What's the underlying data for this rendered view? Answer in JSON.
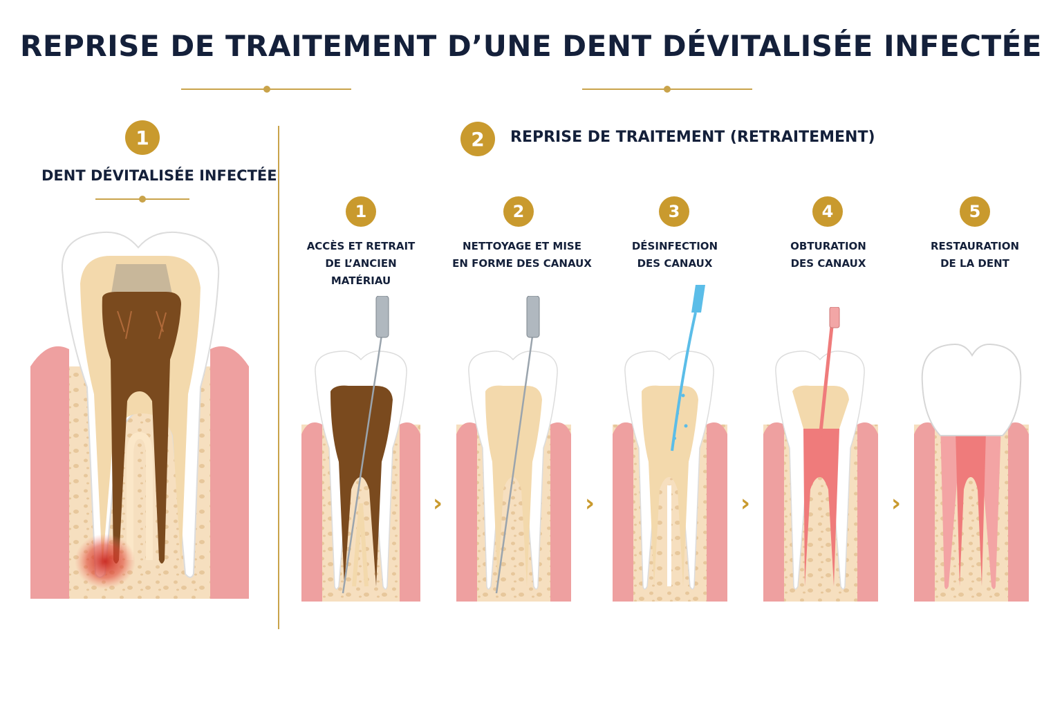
{
  "title": "REPRISE DE TRAITEMENT D’UNE DENT DÉVITALISÉE INFECTÉE",
  "section1": {
    "number": "1",
    "label": "DENT DÉVITALISÉE INFECTÉE"
  },
  "section2": {
    "number": "2",
    "label": "REPRISE DE TRAITEMENT (RETRAITEMENT)"
  },
  "steps": [
    {
      "number": "1",
      "lines": [
        "ACCÈS ET RETRAIT",
        "DE L’ANCIEN",
        "MATÉRIAU"
      ]
    },
    {
      "number": "2",
      "lines": [
        "NETTOYAGE ET MISE",
        "EN FORME DES CANAUX"
      ]
    },
    {
      "number": "3",
      "lines": [
        "DÉSINFECTION",
        "DES CANAUX"
      ]
    },
    {
      "number": "4",
      "lines": [
        "OBTURATION",
        "DES CANAUX"
      ]
    },
    {
      "number": "5",
      "lines": [
        "RESTAURATION",
        "DE LA DENT"
      ]
    }
  ],
  "colors": {
    "gold": "#c99a2e",
    "navy": "#14203a",
    "gum": "#e88a8a",
    "bone": "#f6dfbf",
    "dentin": "#f3d9ac",
    "decay": "#7a4a1e",
    "infection": "#d9352a",
    "irrigant": "#5bbde8",
    "filling": "#ef7b7b"
  },
  "icons": {
    "next": "chevron-right-icon"
  }
}
